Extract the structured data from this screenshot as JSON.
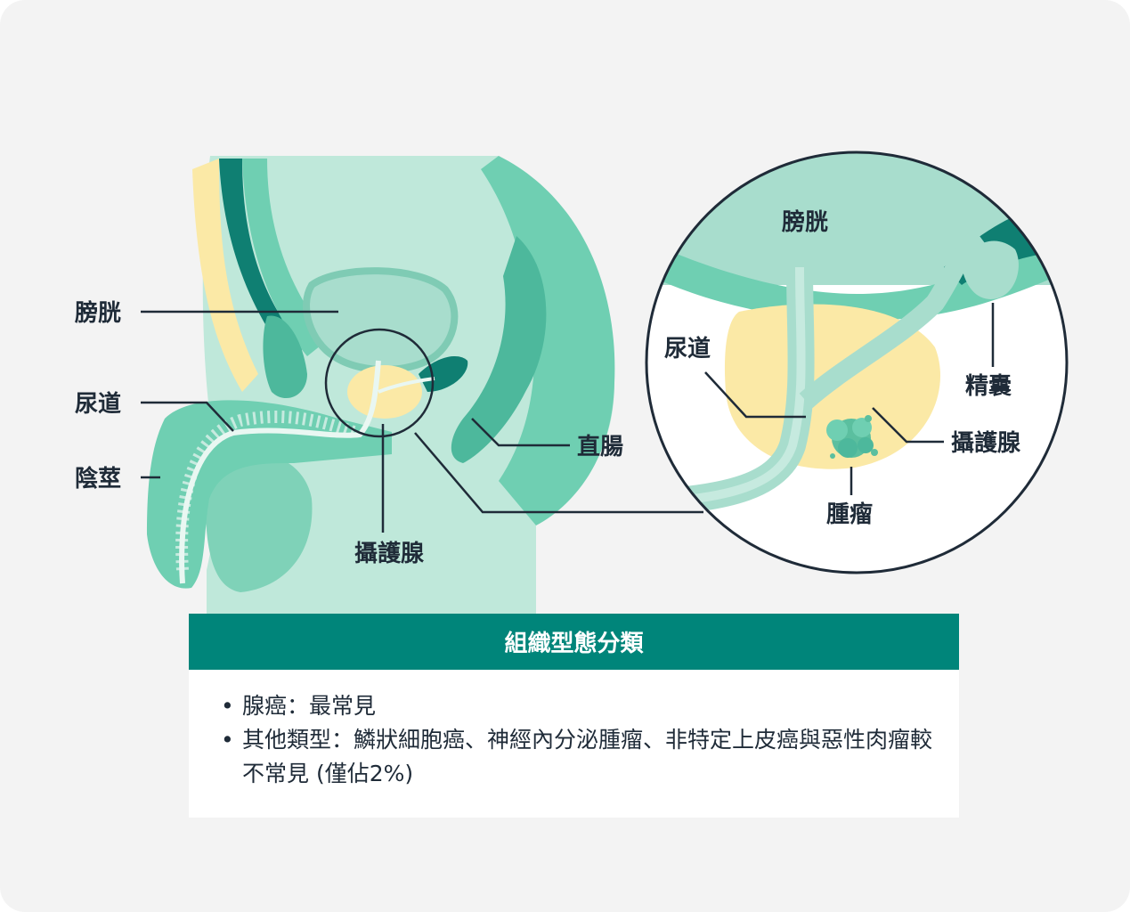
{
  "main_view_labels": {
    "bladder": "膀胱",
    "urethra": "尿道",
    "penis": "陰莖",
    "rectum": "直腸",
    "prostate": "攝護腺"
  },
  "zoom_view_labels": {
    "bladder": "膀胱",
    "urethra": "尿道",
    "seminal_vesicle": "精囊",
    "prostate": "攝護腺",
    "tumor": "腫瘤"
  },
  "panel": {
    "title": "組織型態分類",
    "items": [
      "腺癌：最常見",
      "其他類型：鱗狀細胞癌、神經內分泌腫瘤、非特定上皮癌與惡性肉瘤較不常見 (僅佔2%)"
    ]
  },
  "colors": {
    "background": "#f3f3f3",
    "accent_teal": "#00857a",
    "dark_teal": "#0f7f72",
    "mid_green": "#6fcfb2",
    "light_green": "#a8ddcd",
    "pale_green": "#c6eadf",
    "prostate_yellow": "#fbe9a6",
    "label_text": "#1f2b38"
  }
}
